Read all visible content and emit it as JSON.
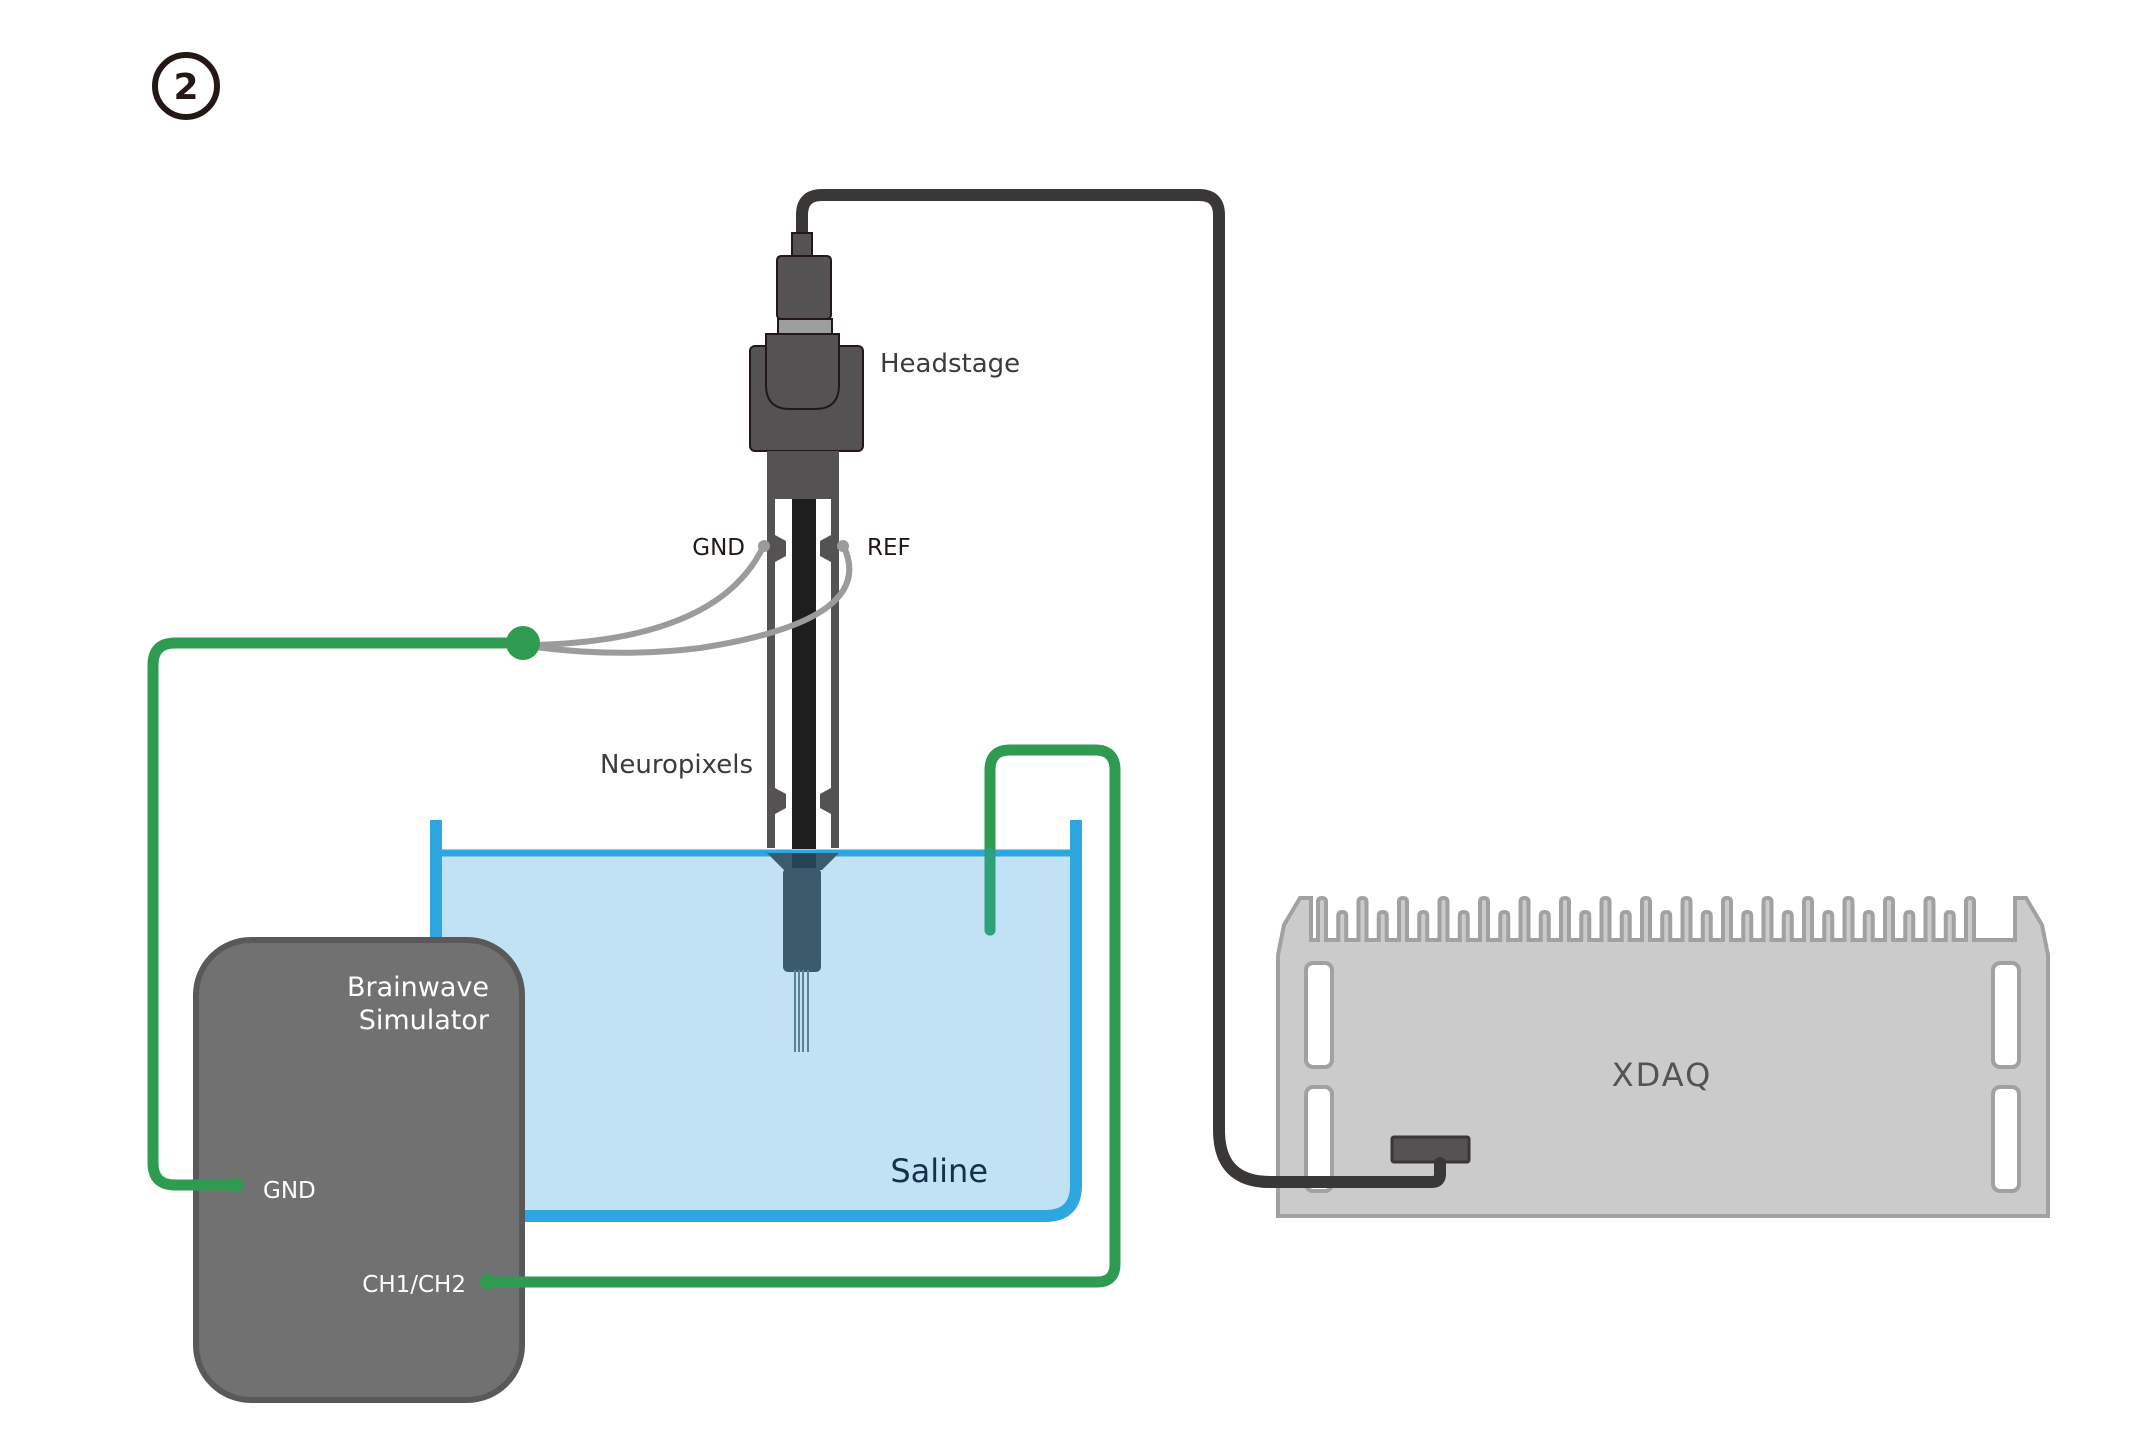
{
  "step": {
    "number": "2",
    "icon": "circled-number-icon"
  },
  "colors": {
    "ground_wire": "#2e9b50",
    "ref_wire": "#9b9b9b",
    "cable": "#3a3737",
    "saline_fill": "#c0e2f4",
    "container": "#2ea6e0",
    "simulator": "#717171",
    "xdaq": "#cacbca",
    "headstage": "#555253"
  },
  "labels": {
    "headstage": "Headstage",
    "gnd_probe": "GND",
    "ref_probe": "REF",
    "neuropixels": "Neuropixels",
    "saline": "Saline",
    "simulator_line1": "Brainwave",
    "simulator_line2": "Simulator",
    "simulator_gnd": "GND",
    "simulator_ch": "CH1/CH2",
    "xdaq": "XDAQ"
  }
}
